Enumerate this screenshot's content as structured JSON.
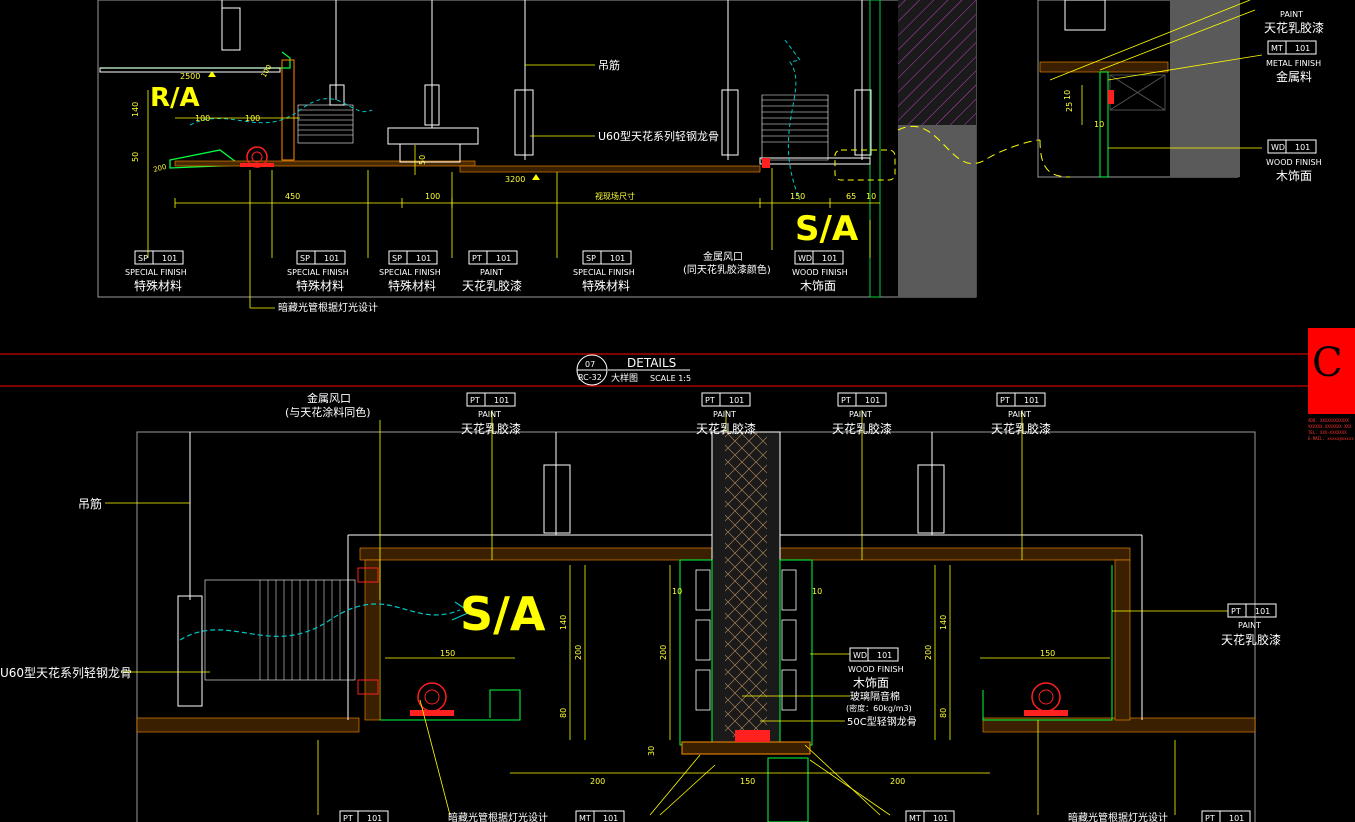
{
  "section_marks": {
    "ra": "R/A",
    "sa": "S/A",
    "sa_detail": "S/A"
  },
  "top_drawing": {
    "dims": {
      "d140": "140",
      "d50": "50",
      "d100a": "100",
      "d100b": "100",
      "d450": "450",
      "d100c": "100",
      "d50b": "50",
      "d150": "150",
      "d65": "65",
      "d10": "10",
      "d200": "200",
      "d100d": "100"
    },
    "level_a": "2500",
    "level_b": "3200",
    "length_label": "视现场尺寸",
    "hanger_label": "吊筋",
    "keel_label": "U60型天花系列轻钢龙骨",
    "vent_title": "金属风口",
    "vent_note": "(同天花乳胶漆颜色)",
    "light_note": "暗藏光管根据灯光设计",
    "tags": [
      {
        "code": "SP",
        "num": "101",
        "en": "SPECIAL FINISH",
        "cn": "特殊材料"
      },
      {
        "code": "SP",
        "num": "101",
        "en": "SPECIAL FINISH",
        "cn": "特殊材料"
      },
      {
        "code": "SP",
        "num": "101",
        "en": "SPECIAL FINISH",
        "cn": "特殊材料"
      },
      {
        "code": "PT",
        "num": "101",
        "en": "PAINT",
        "cn": "天花乳胶漆"
      },
      {
        "code": "SP",
        "num": "101",
        "en": "SPECIAL FINISH",
        "cn": "特殊材料"
      },
      {
        "code": "WD",
        "num": "101",
        "en": "WOOD FINISH",
        "cn": "木饰面"
      }
    ]
  },
  "right_detail": {
    "dims": {
      "d25": "25",
      "d10": "10",
      "d10b": "10"
    },
    "tags": [
      {
        "code": "",
        "num": "",
        "en": "PAINT",
        "cn": "天花乳胶漆"
      },
      {
        "code": "MT",
        "num": "101",
        "en": "METAL FINISH",
        "cn": "金属料"
      },
      {
        "code": "WD",
        "num": "101",
        "en": "WOOD FINISH",
        "cn": "木饰面"
      }
    ]
  },
  "title_block": {
    "number": "07",
    "sheet": "RC-32",
    "title": "DETAILS",
    "subtitle": "大样图",
    "scale": "SCALE  1:5"
  },
  "corner_badge": {
    "letter": "C",
    "fine_print": [
      "ADD. XXXXXXXXXXXX",
      "XXXXXX XXXXXXX XXX",
      "TEL. XXX-XXXXXXX",
      "E-MAIL: xxxxx@xxxxx"
    ]
  },
  "bottom_drawing": {
    "vent_title": "金属风口",
    "vent_note": "(与天花涂料同色)",
    "hanger_label": "吊筋",
    "keel_label": "U60型天花系列轻钢龙骨",
    "wood_code": "WD",
    "wood_num": "101",
    "wood_en": "WOOD FINISH",
    "wood_cn": "木饰面",
    "insulation": "玻璃隔音棉",
    "density": "(密度：60kg/m3)",
    "stud": "50C型轻钢龙骨",
    "light_note_left": "暗藏光管根据灯光设计",
    "light_note_right": "暗藏光管根据灯光设计",
    "dims": {
      "d150a": "150",
      "d150b": "150",
      "d140a": "140",
      "d140b": "140",
      "d200a": "200",
      "d200b": "200",
      "d200c": "200",
      "d80a": "80",
      "d80b": "80",
      "d10a": "10",
      "d10b": "10",
      "d30": "30",
      "d200d": "200",
      "d150c": "150",
      "d200e": "200"
    },
    "top_tags": [
      {
        "code": "PT",
        "num": "101",
        "en": "PAINT",
        "cn": "天花乳胶漆"
      },
      {
        "code": "PT",
        "num": "101",
        "en": "PAINT",
        "cn": "天花乳胶漆"
      },
      {
        "code": "PT",
        "num": "101",
        "en": "PAINT",
        "cn": "天花乳胶漆"
      },
      {
        "code": "PT",
        "num": "101",
        "en": "PAINT",
        "cn": "天花乳胶漆"
      }
    ],
    "side_tag": {
      "code": "PT",
      "num": "101",
      "en": "PAINT",
      "cn": "天花乳胶漆"
    },
    "bottom_tags": [
      {
        "code": "PT",
        "num": "101"
      },
      {
        "code": "MT",
        "num": "101"
      },
      {
        "code": "MT",
        "num": "101"
      },
      {
        "code": "PT",
        "num": "101"
      }
    ]
  },
  "colors": {
    "background": "#000000",
    "leader": "#ffff00",
    "outline": "#ffffff",
    "section_line": "#ff0000",
    "pipe": "#ff2020",
    "air": "#00c8c8",
    "wall": "#606060",
    "hatch": "#c040c0",
    "trim": "#ff8c00",
    "green": "#00ff40"
  }
}
